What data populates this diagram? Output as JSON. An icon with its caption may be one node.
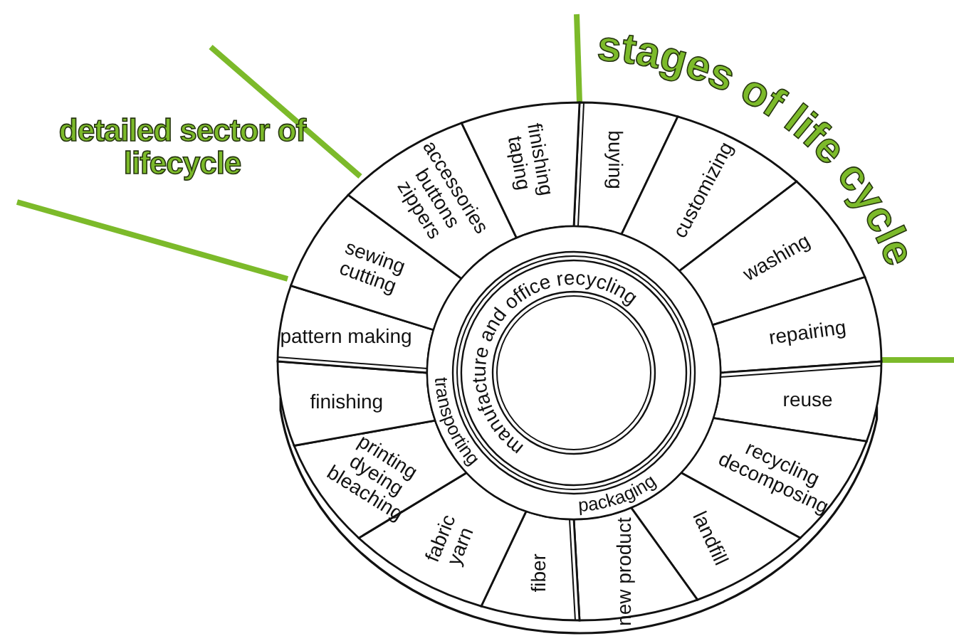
{
  "diagram": {
    "nodes": [
      {
        "text": [
          "buying"
        ]
      },
      {
        "text": [
          "customizing"
        ]
      },
      {
        "text": [
          "washing"
        ]
      },
      {
        "text": [
          "repairing"
        ]
      },
      {
        "text": [
          "reuse"
        ]
      },
      {
        "text": [
          "recycling decomposing"
        ]
      },
      {
        "text": [
          "landfill"
        ]
      },
      {
        "text": [
          "new product"
        ]
      },
      {
        "text": [
          "fiber"
        ]
      },
      {
        "text": [
          "fabric yarn"
        ]
      },
      {
        "text": [
          "printing dyeing bleaching"
        ]
      },
      {
        "text": [
          "finishing"
        ]
      },
      {
        "text": [
          "pattern making"
        ]
      },
      {
        "text": [
          "sewing cutting"
        ]
      },
      {
        "text": [
          "accessories buttons zippers"
        ]
      },
      {
        "text": [
          "finishing taping"
        ]
      },
      {
        "text": [
          "transporting",
          "packaging"
        ]
      },
      {
        "text": [
          "manufacture and office recycling"
        ],
        "in": 16
      }
    ],
    "labels": [
      "stages of life cycle",
      "detailed sector of lifecycle"
    ]
  }
}
